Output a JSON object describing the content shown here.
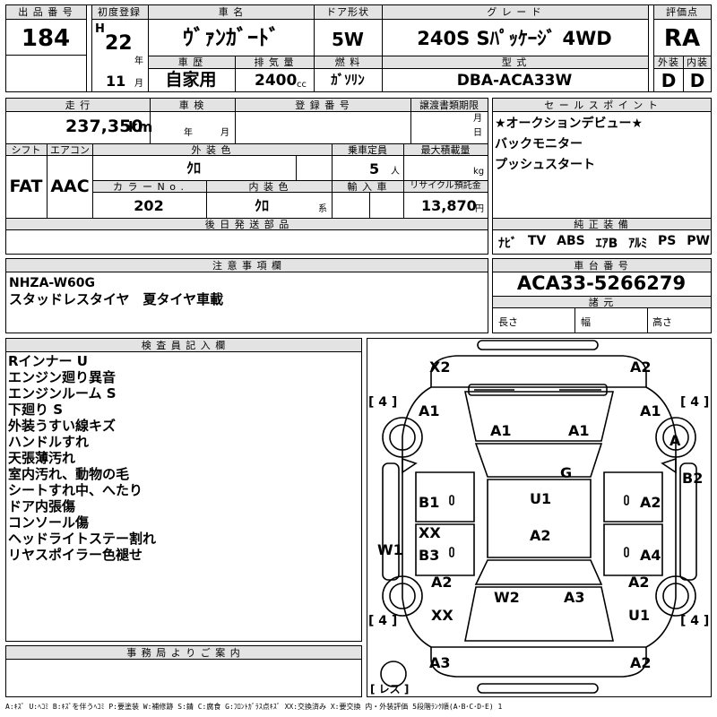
{
  "header": {
    "lot_label": "出 品 番 号",
    "lot_number": "184",
    "first_reg_label": "初度登録",
    "era_mark": "H",
    "era_year": "22",
    "year_unit": "年",
    "month_value": "11",
    "month_unit": "月",
    "name_label": "車 名",
    "car_name": "ｳﾞｧﾝｶﾞｰﾄﾞ",
    "door_label": "ドア形状",
    "door_value": "5W",
    "grade_label": "グ レ ー ド",
    "grade_value": "240S  Sﾊﾟｯｹｰｼﾞ  4WD",
    "score_label": "評価点",
    "score_value": "RA",
    "history_label": "車 歴",
    "history_value": "自家用",
    "displacement_label": "排 気 量",
    "displacement_value": "2400",
    "displacement_unit": "cc",
    "fuel_label": "燃 料",
    "fuel_value": "ｶﾞｿﾘﾝ",
    "model_label": "型 式",
    "model_value": "DBA-ACA33W",
    "exterior_label": "外装",
    "exterior_grade": "D",
    "interior_label": "内装",
    "interior_grade": "D"
  },
  "row2": {
    "mileage_label": "走 行",
    "mileage_value": "237,350",
    "mileage_unit": "km",
    "inspection_label": "車 検",
    "year_unit": "年",
    "month_unit": "月",
    "reg_number_label": "登 録 番 号",
    "transfer_label": "譲渡書類期限",
    "transfer_month": "月",
    "transfer_day": "日",
    "shift_label": "シフト",
    "shift_value": "FAT",
    "ac_label": "エアコン",
    "ac_value": "AAC",
    "ext_color_label": "外 装 色",
    "ext_color_value": "ｸﾛ",
    "capacity_label": "乗車定員",
    "capacity_value": "5",
    "capacity_unit": "人",
    "load_label": "最大積載量",
    "load_unit": "kg",
    "color_no_label": "カ ラ ー N o .",
    "color_no_value": "202",
    "int_color_label": "内 装 色",
    "int_color_value": "ｸﾛ",
    "int_color_unit": "系",
    "import_label": "輸 入 車",
    "recycle_label": "リサイクル預託金",
    "recycle_value": "13,870",
    "recycle_unit": "円",
    "deferred_label": "後 日 発 送 部 品"
  },
  "sales": {
    "label": "セ ー ル ス ポ イ ン ト",
    "points": [
      "★オークションデビュー★",
      "バックモニター",
      "プッシュスタート"
    ]
  },
  "equipment": {
    "label": "純 正 装 備",
    "items": [
      "ﾅﾋﾞ",
      "TV",
      "ABS",
      "ｴｱB",
      "ｱﾙﾐ",
      "PS",
      "PW"
    ]
  },
  "caution": {
    "label": "注 意 事 項 欄",
    "lines": [
      "NHZA-W60G",
      "スタッドレスタイヤ　夏タイヤ車載"
    ]
  },
  "chassis": {
    "label": "車 台 番 号",
    "value": "ACA33-5266279",
    "dims_label": "諸 元",
    "length_label": "長さ",
    "width_label": "幅",
    "height_label": "高さ"
  },
  "inspector": {
    "label": "検 査 員 記 入 欄",
    "lines": [
      "Rインナー U",
      "エンジン廻り異音",
      "エンジンルーム S",
      "下廻り S",
      "外装うすい線キズ",
      "ハンドルすれ",
      "天張薄汚れ",
      "室内汚れ、動物の毛",
      "シートすれ中、へたり",
      "ドア内張傷",
      "コンソール傷",
      "ヘッドライトステー割れ",
      "リヤスポイラー色褪せ"
    ]
  },
  "office": {
    "label": "事 務 局 よ り ご 案 内"
  },
  "diagram": {
    "tire_marks": {
      "fl": "[ 4 ]",
      "fr": "[ 4 ]",
      "rl": "[ 4 ]",
      "rr": "[ 4 ]",
      "spare": "[ レス ]"
    },
    "damage": [
      {
        "code": "X2",
        "loc": "front-bumper-left"
      },
      {
        "code": "A2",
        "loc": "front-bumper-right"
      },
      {
        "code": "A1",
        "loc": "left-front-fender"
      },
      {
        "code": "A1",
        "loc": "right-front-fender"
      },
      {
        "code": "A1",
        "loc": "hood-left"
      },
      {
        "code": "A1",
        "loc": "hood-right"
      },
      {
        "code": "A",
        "loc": "right-front-wheel"
      },
      {
        "code": "G",
        "loc": "windshield"
      },
      {
        "code": "B2",
        "loc": "right-side-sill"
      },
      {
        "code": "B1",
        "loc": "left-front-door"
      },
      {
        "code": "U1",
        "loc": "roof-front"
      },
      {
        "code": "A2",
        "loc": "right-front-door"
      },
      {
        "code": "A2",
        "loc": "roof-rear"
      },
      {
        "code": "XX",
        "loc": "left-rear-door-upper"
      },
      {
        "code": "B3",
        "loc": "left-rear-door"
      },
      {
        "code": "W1",
        "loc": "left-side-sill"
      },
      {
        "code": "A4",
        "loc": "right-rear-door"
      },
      {
        "code": "A2",
        "loc": "left-rear-fender"
      },
      {
        "code": "A2",
        "loc": "right-rear-fender"
      },
      {
        "code": "W2",
        "loc": "back-door-left"
      },
      {
        "code": "A3",
        "loc": "back-door-right"
      },
      {
        "code": "XX",
        "loc": "left-rear-wheel"
      },
      {
        "code": "U1",
        "loc": "right-rear-wheel"
      },
      {
        "code": "A3",
        "loc": "rear-bumper-left"
      },
      {
        "code": "A2",
        "loc": "rear-bumper-right"
      }
    ]
  },
  "legend": {
    "text": "A:ｷｽﾞ  U:ﾍｺﾐ  B:ｷｽﾞを伴うﾍｺﾐ  P:要塗装  W:補修跡  S:錆  C:腐食  G:ﾌﾛﾝﾄｶﾞﾗｽ点ｷｽﾞ  XX:交換済み  X:要交換   内・外装評価  5段階ﾗﾝｸ順(A･B･C･D･E) 1"
  }
}
